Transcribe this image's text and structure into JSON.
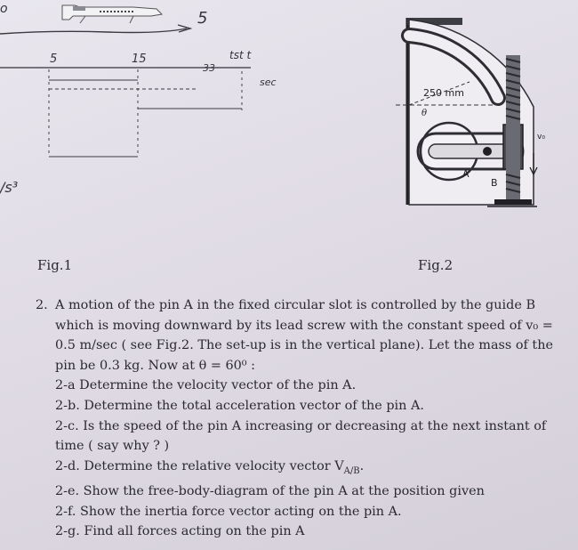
{
  "fig1": {
    "caption": "Fig.1",
    "handwriting": {
      "top_right": "5",
      "left_mark": "o",
      "tick_1": "5",
      "tick_2": "15",
      "tick_3": "33",
      "tick_4": "tst t",
      "sec": "sec",
      "ratio": "/s³"
    }
  },
  "fig2": {
    "caption": "Fig.2",
    "radius_label": "250 mm",
    "angle_label": "θ",
    "pin_label": "A",
    "guide_label": "B",
    "velocity_label": "v₀"
  },
  "problem": {
    "number": "2.",
    "lines": [
      "A motion of the pin A in the fixed circular slot is controlled by the guide B",
      "which is moving downward by its lead screw with the constant speed of v₀ =",
      "0.5 m/sec ( see Fig.2. The set-up is in the vertical plane). Let the mass of the",
      "pin be 0.3 kg. Now at  θ = 60⁰  :"
    ],
    "subquestions": [
      "2-a Determine the velocity vector of the pin A.",
      "2-b. Determine the total acceleration vector of the pin A.",
      "2-c. Is the speed of the pin A increasing or decreasing at the next instant of",
      "time ( say why ? )",
      "2-d. Determine the relative velocity vector V",
      "2-e. Show the free-body-diagram of the pin A at the position given",
      "2-f. Show the inertia force vector acting on the pin A.",
      "2-g. Find all forces acting on the pin A"
    ],
    "vab_subscript": "A/B"
  }
}
